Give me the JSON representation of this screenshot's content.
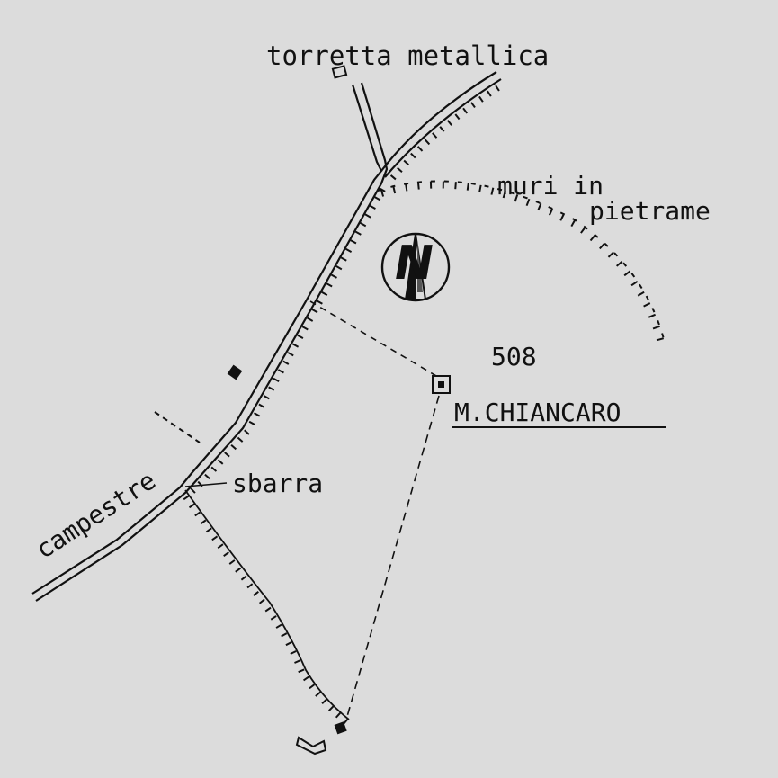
{
  "labels": {
    "tower": "torretta metallica",
    "walls": [
      "muri in",
      "pietrame"
    ],
    "elevation": "508",
    "summit": "M.CHIANCARO",
    "barrier": "sbarra",
    "track": "campestre"
  },
  "north_symbol": "N",
  "icons": {
    "compass": "north-arrow-icon",
    "tower": "tower-square-icon",
    "summit": "survey-point-icon",
    "building": "building-icon"
  },
  "colors": {
    "background": "#dcdcdc",
    "ink": "#111111"
  }
}
